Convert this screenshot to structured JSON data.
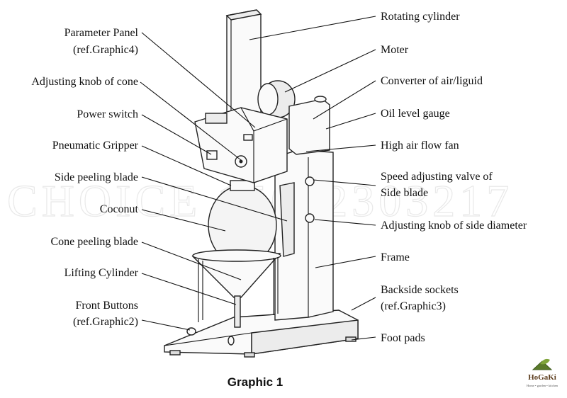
{
  "caption": "Graphic 1",
  "watermark": "CHOICE 15012303217",
  "logo": {
    "name": "HoGaKi",
    "tagline": "Home • garden • kitchen"
  },
  "labels_left": [
    "Parameter Panel",
    "(ref.Graphic4)",
    "Adjusting knob of cone",
    "Power switch",
    "Pneumatic Gripper",
    "Side peeling blade",
    "Coconut",
    "Cone peeling blade",
    "Lifting Cylinder",
    "Front Buttons",
    "(ref.Graphic2)"
  ],
  "labels_right": [
    "Rotating cylinder",
    "Moter",
    "Converter of air/liguid",
    "Oil level gauge",
    "High air flow fan",
    "Speed adjusting valve of",
    "Side blade",
    "Adjusting knob of side diameter",
    "Frame",
    "Backside sockets",
    "(ref.Graphic3)",
    "Foot pads"
  ]
}
